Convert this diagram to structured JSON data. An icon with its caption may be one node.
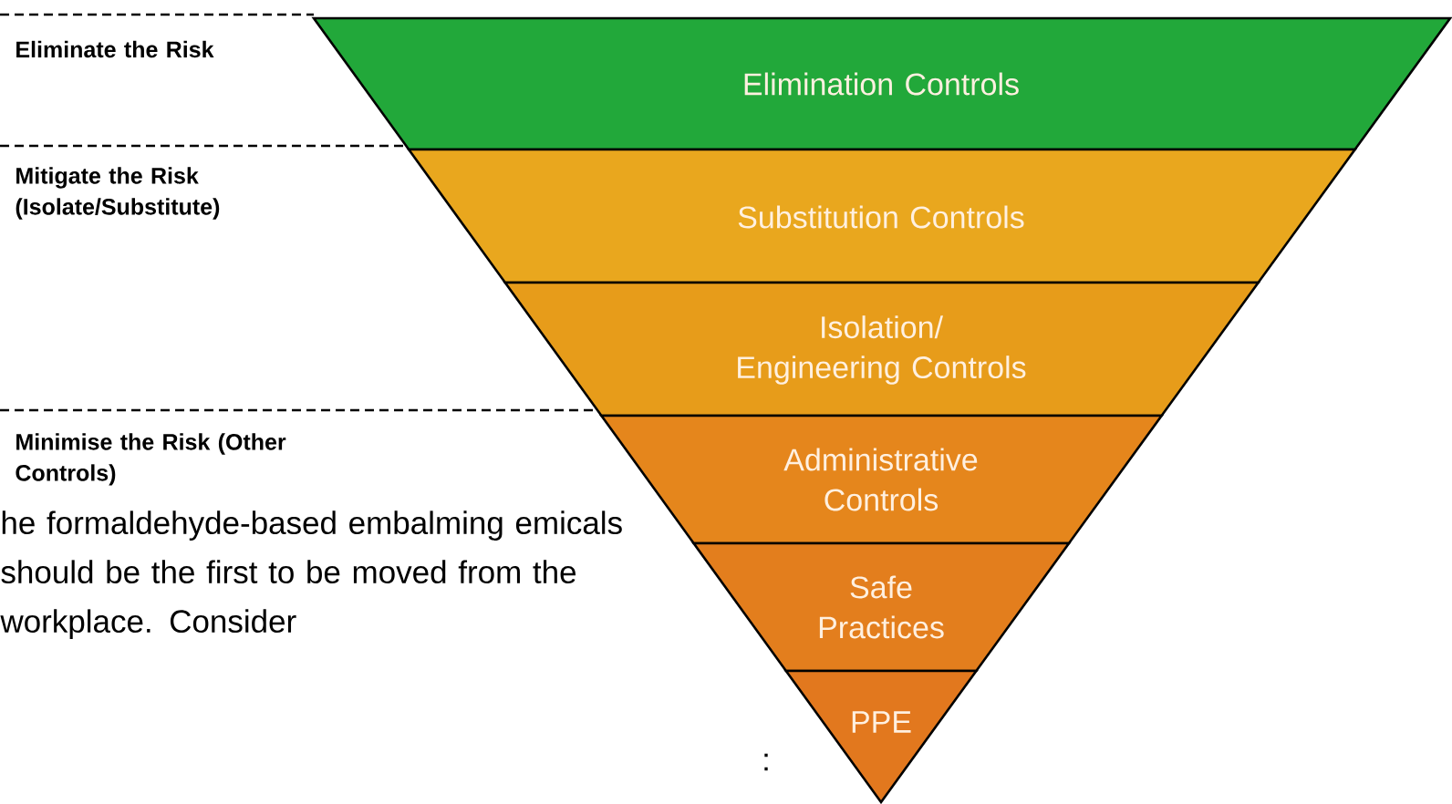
{
  "diagram": {
    "nodes": [
      {
        "text": [
          "Elimination Controls"
        ]
      },
      {
        "text": [
          "Substitution Controls"
        ]
      },
      {
        "text": [
          "Isolation/ Engineering Controls"
        ]
      },
      {
        "text": [
          "Administrative Controls"
        ]
      },
      {
        "text": [
          "Safe Practices"
        ]
      },
      {
        "text": [
          "PPE"
        ]
      }
    ],
    "labels": [
      "Eliminate the Risk",
      "Mitigate the Risk (Isolate/Substitute)",
      "Minimise the Risk (Other Controls)",
      "he formaldehyde-based embalming emicals should be the first to be moved from the workplace. Consider",
      ":"
    ]
  }
}
